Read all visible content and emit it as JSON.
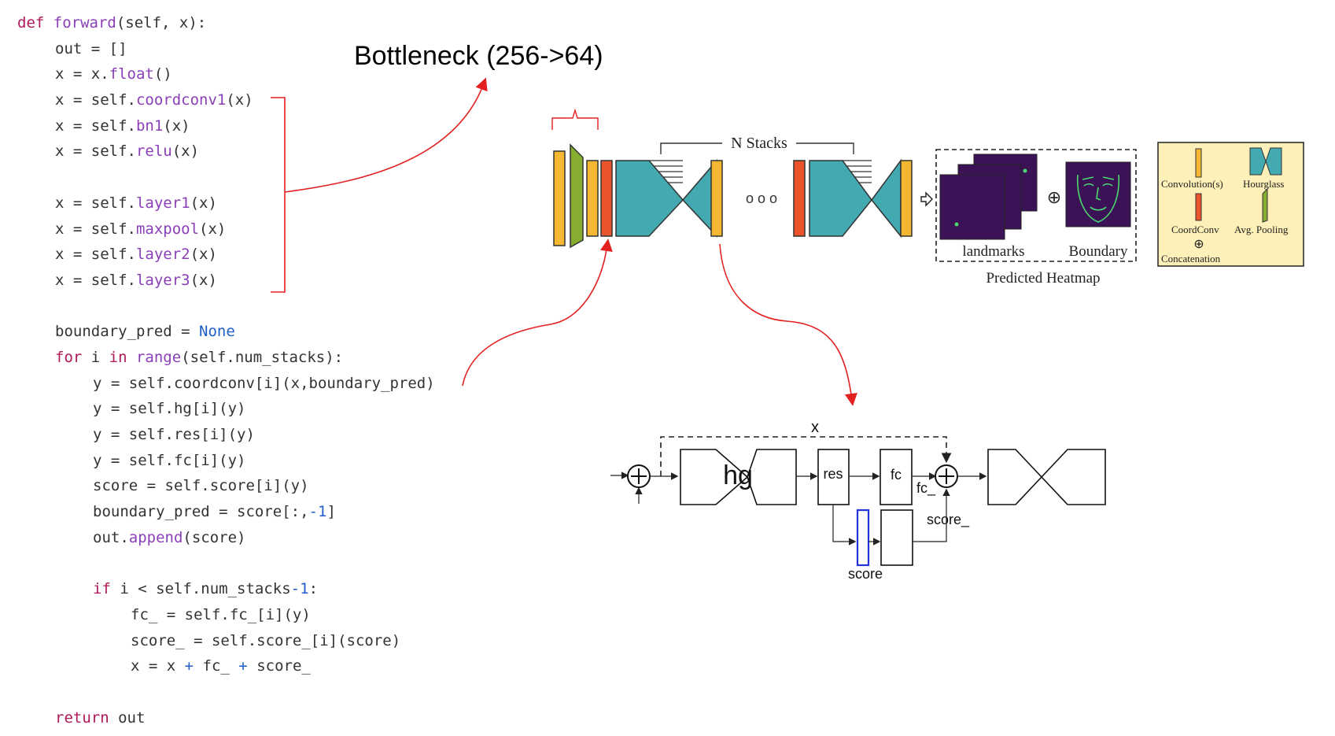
{
  "code": {
    "lines": [
      {
        "indent": 0,
        "tokens": [
          {
            "t": "def ",
            "c": "kw"
          },
          {
            "t": "forward",
            "c": "fn"
          },
          {
            "t": "(self, x):",
            "c": "pl"
          }
        ]
      },
      {
        "indent": 1,
        "tokens": [
          {
            "t": "out = []",
            "c": "pl"
          }
        ]
      },
      {
        "indent": 1,
        "tokens": [
          {
            "t": "x = x.",
            "c": "pl"
          },
          {
            "t": "float",
            "c": "fn"
          },
          {
            "t": "()",
            "c": "pl"
          }
        ]
      },
      {
        "indent": 1,
        "tokens": [
          {
            "t": "x = self.",
            "c": "pl"
          },
          {
            "t": "coordconv1",
            "c": "fn"
          },
          {
            "t": "(x)",
            "c": "pl"
          }
        ]
      },
      {
        "indent": 1,
        "tokens": [
          {
            "t": "x = self.",
            "c": "pl"
          },
          {
            "t": "bn1",
            "c": "fn"
          },
          {
            "t": "(x)",
            "c": "pl"
          }
        ]
      },
      {
        "indent": 1,
        "tokens": [
          {
            "t": "x = self.",
            "c": "pl"
          },
          {
            "t": "relu",
            "c": "fn"
          },
          {
            "t": "(x)",
            "c": "pl"
          }
        ]
      },
      {
        "indent": 0,
        "tokens": []
      },
      {
        "indent": 1,
        "tokens": [
          {
            "t": "x = self.",
            "c": "pl"
          },
          {
            "t": "layer1",
            "c": "fn"
          },
          {
            "t": "(x)",
            "c": "pl"
          }
        ]
      },
      {
        "indent": 1,
        "tokens": [
          {
            "t": "x = self.",
            "c": "pl"
          },
          {
            "t": "maxpool",
            "c": "fn"
          },
          {
            "t": "(x)",
            "c": "pl"
          }
        ]
      },
      {
        "indent": 1,
        "tokens": [
          {
            "t": "x = self.",
            "c": "pl"
          },
          {
            "t": "layer2",
            "c": "fn"
          },
          {
            "t": "(x)",
            "c": "pl"
          }
        ]
      },
      {
        "indent": 1,
        "tokens": [
          {
            "t": "x = self.",
            "c": "pl"
          },
          {
            "t": "layer3",
            "c": "fn"
          },
          {
            "t": "(x)",
            "c": "pl"
          }
        ]
      },
      {
        "indent": 0,
        "tokens": []
      },
      {
        "indent": 1,
        "tokens": [
          {
            "t": "boundary_pred = ",
            "c": "pl"
          },
          {
            "t": "None",
            "c": "bi"
          }
        ]
      },
      {
        "indent": 1,
        "tokens": [
          {
            "t": "for ",
            "c": "kw"
          },
          {
            "t": "i ",
            "c": "pl"
          },
          {
            "t": "in ",
            "c": "kw"
          },
          {
            "t": "range",
            "c": "fn"
          },
          {
            "t": "(self.num_stacks):",
            "c": "pl"
          }
        ]
      },
      {
        "indent": 2,
        "tokens": [
          {
            "t": "y = self.coordconv[i](x,boundary_pred)",
            "c": "pl"
          }
        ]
      },
      {
        "indent": 2,
        "tokens": [
          {
            "t": "y = self.hg[i](y)",
            "c": "pl"
          }
        ]
      },
      {
        "indent": 2,
        "tokens": [
          {
            "t": "y = self.res[i](y)",
            "c": "pl"
          }
        ]
      },
      {
        "indent": 2,
        "tokens": [
          {
            "t": "y = self.fc[i](y)",
            "c": "pl"
          }
        ]
      },
      {
        "indent": 2,
        "tokens": [
          {
            "t": "score = self.score[i](y)",
            "c": "pl"
          }
        ]
      },
      {
        "indent": 2,
        "tokens": [
          {
            "t": "boundary_pred = score[:,",
            "c": "pl"
          },
          {
            "t": "-1",
            "c": "num"
          },
          {
            "t": "]",
            "c": "pl"
          }
        ]
      },
      {
        "indent": 2,
        "tokens": [
          {
            "t": "out.",
            "c": "pl"
          },
          {
            "t": "append",
            "c": "fn"
          },
          {
            "t": "(score)",
            "c": "pl"
          }
        ]
      },
      {
        "indent": 0,
        "tokens": []
      },
      {
        "indent": 2,
        "tokens": [
          {
            "t": "if ",
            "c": "kw"
          },
          {
            "t": "i < self.num_stacks",
            "c": "pl"
          },
          {
            "t": "-1",
            "c": "num"
          },
          {
            "t": ":",
            "c": "pl"
          }
        ]
      },
      {
        "indent": 3,
        "tokens": [
          {
            "t": "fc_ = self.fc_[i](y)",
            "c": "pl"
          }
        ]
      },
      {
        "indent": 3,
        "tokens": [
          {
            "t": "score_ = self.score_[i](score)",
            "c": "pl"
          }
        ]
      },
      {
        "indent": 3,
        "tokens": [
          {
            "t": "x = x ",
            "c": "pl"
          },
          {
            "t": "+ ",
            "c": "bi"
          },
          {
            "t": "fc_ ",
            "c": "pl"
          },
          {
            "t": "+ ",
            "c": "bi"
          },
          {
            "t": "score_",
            "c": "pl"
          }
        ]
      },
      {
        "indent": 0,
        "tokens": []
      },
      {
        "indent": 1,
        "tokens": [
          {
            "t": "return ",
            "c": "kw"
          },
          {
            "t": "out",
            "c": "pl"
          }
        ]
      }
    ]
  },
  "annotation": {
    "bottleneck_label": "Bottleneck (256->64)"
  },
  "architecture": {
    "n_stacks_label": "N Stacks",
    "ellipsis": "o o o",
    "concat_symbol": "⊕",
    "landmarks_label": "landmarks",
    "boundary_label": "Boundary",
    "predicted_heatmap_label": "Predicted Heatmap"
  },
  "legend": {
    "convolution_label": "Convolution(s)",
    "hourglass_label": "Hourglass",
    "coordconv_label": "CoordConv",
    "avg_pooling_label": "Avg. Pooling",
    "concatenation_label": "Concatenation",
    "concat_symbol": "⊕"
  },
  "detail": {
    "x_label": "x",
    "hg_label": "hg",
    "res_label": "res",
    "fc_label": "fc",
    "fc_underscore_label": "fc_",
    "score_underscore_label": "score_",
    "score_label": "score"
  },
  "colors": {
    "conv_yellow": "#f5b731",
    "avgpool_green": "#86ad2f",
    "coordconv_orange": "#e9542d",
    "hourglass_teal": "#44aab2",
    "heatmap_purple": "#3b1255",
    "heatmap_dot": "#4bd96f",
    "legend_bg": "#fdf0b8",
    "annotation_red": "#e32020",
    "score_blue": "#2233dd"
  }
}
